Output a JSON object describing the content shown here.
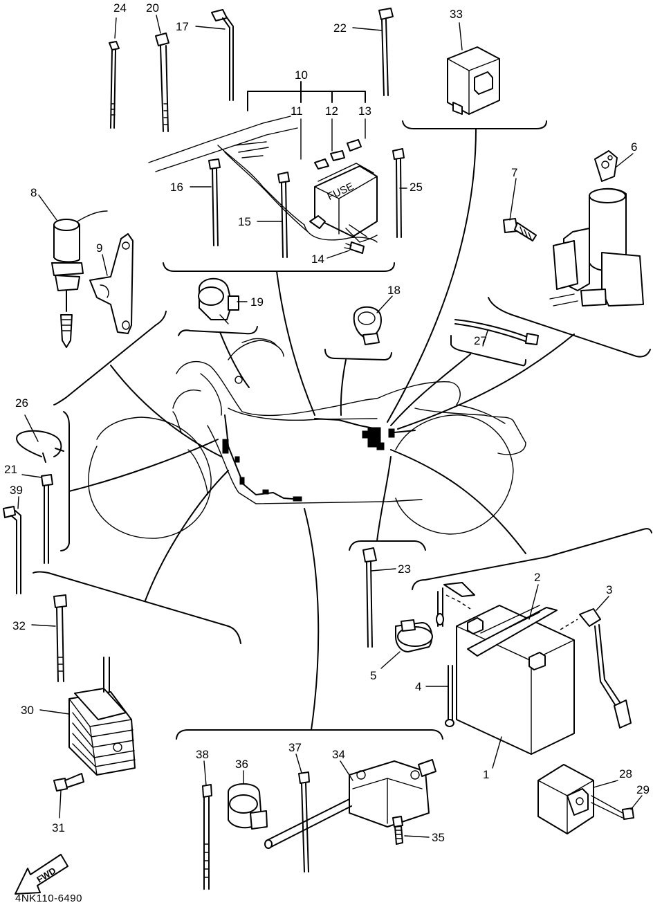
{
  "diagram": {
    "drawing_code": "4NK110-6490",
    "fwd_label": "FWD",
    "fuse_label": "FUSE",
    "callouts": [
      "1",
      "2",
      "3",
      "4",
      "5",
      "6",
      "7",
      "8",
      "9",
      "10",
      "11",
      "12",
      "13",
      "14",
      "15",
      "16",
      "17",
      "18",
      "19",
      "20",
      "21",
      "22",
      "23",
      "24",
      "25",
      "26",
      "27",
      "28",
      "29",
      "30",
      "31",
      "32",
      "33",
      "34",
      "35",
      "36",
      "37",
      "38",
      "39"
    ]
  }
}
